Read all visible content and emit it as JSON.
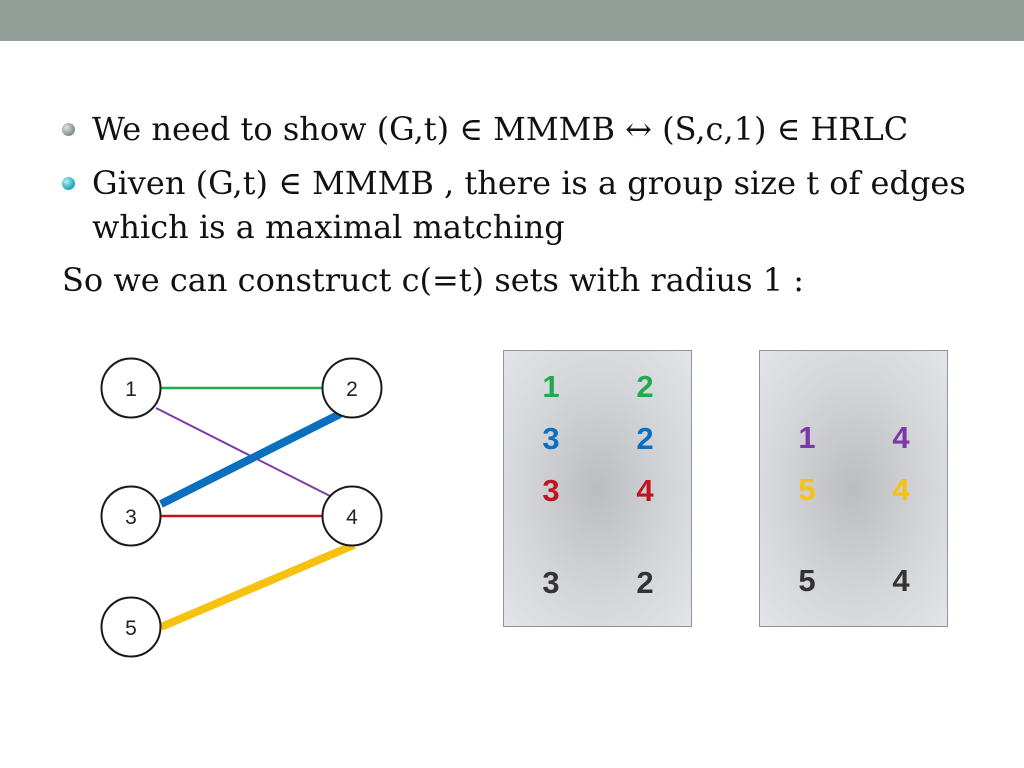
{
  "bullets": [
    "We need to show (G,t) ∈ MMMB ↔ (S,c,1) ∈ HRLC",
    "Given (G,t) ∈ MMMB , there is a group size t of edges",
    "which is a maximal matching"
  ],
  "statement": "So we can construct c(=t) sets with radius 1 :",
  "graph": {
    "nodes": [
      "1",
      "2",
      "3",
      "4",
      "5"
    ],
    "edges": [
      {
        "from": "1",
        "to": "2",
        "color": "#21a94f"
      },
      {
        "from": "1",
        "to": "4",
        "color": "#7b3aa8"
      },
      {
        "from": "3",
        "to": "2",
        "color": "#0a6fbf"
      },
      {
        "from": "3",
        "to": "4",
        "color": "#c0151f"
      },
      {
        "from": "5",
        "to": "4",
        "color": "#f7c20f"
      }
    ]
  },
  "panel_left": {
    "rows": [
      {
        "a": "1",
        "b": "2",
        "color": "#21a94f"
      },
      {
        "a": "3",
        "b": "2",
        "color": "#0a6fbf"
      },
      {
        "a": "3",
        "b": "4",
        "color": "#c0151f"
      },
      {
        "a": "3",
        "b": "2",
        "color": "#333333"
      }
    ]
  },
  "panel_right": {
    "rows": [
      {
        "a": "1",
        "b": "4",
        "color": "#7b3aa8"
      },
      {
        "a": "5",
        "b": "4",
        "color": "#f7c20f"
      },
      {
        "a": "5",
        "b": "4",
        "color": "#333333"
      }
    ]
  },
  "colors": {
    "top_bar": "#929f98",
    "bullet_cyan": "#2ab6c4",
    "bullet_grey": "#8d9696"
  }
}
